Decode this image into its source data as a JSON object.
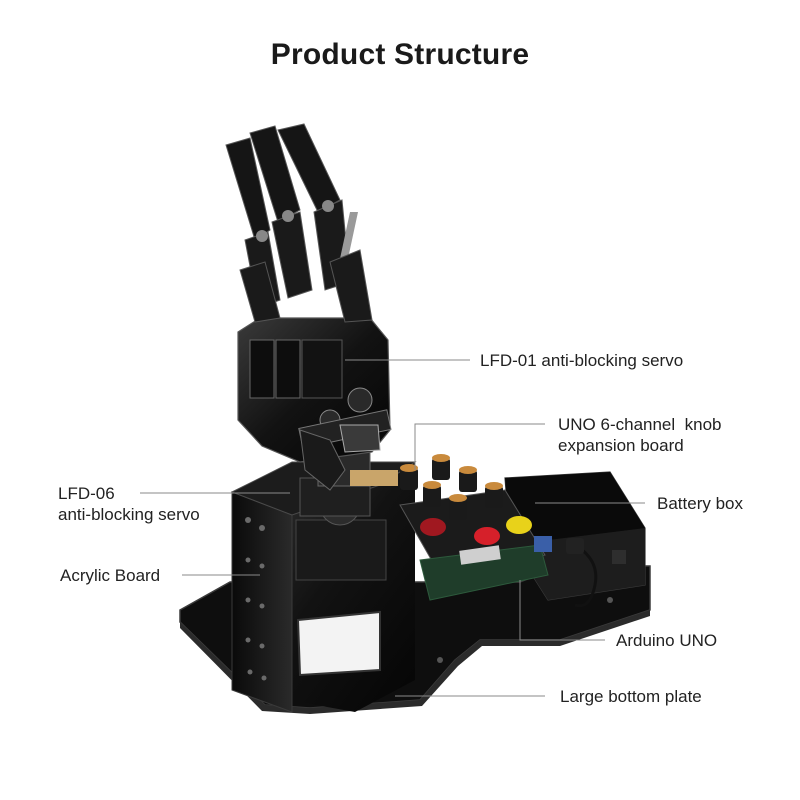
{
  "title": "Product Structure",
  "labels": {
    "lfd01": "LFD-01 anti-blocking servo",
    "uno_board_1": "UNO 6-channel  knob",
    "uno_board_2": "expansion board",
    "lfd06_1": "LFD-06",
    "lfd06_2": "anti-blocking servo",
    "battery": "Battery box",
    "acrylic": "Acrylic Board",
    "arduino": "Arduino UNO",
    "plate": "Large bottom plate"
  },
  "colors": {
    "body": "#141414",
    "edge": "#3a3a3a",
    "pcb": "#1f3d2a",
    "knob_cap": "#c98a3c",
    "button_red": "#d6202a",
    "button_yellow": "#e8d21a",
    "leader_line": "#8a8a8a"
  }
}
